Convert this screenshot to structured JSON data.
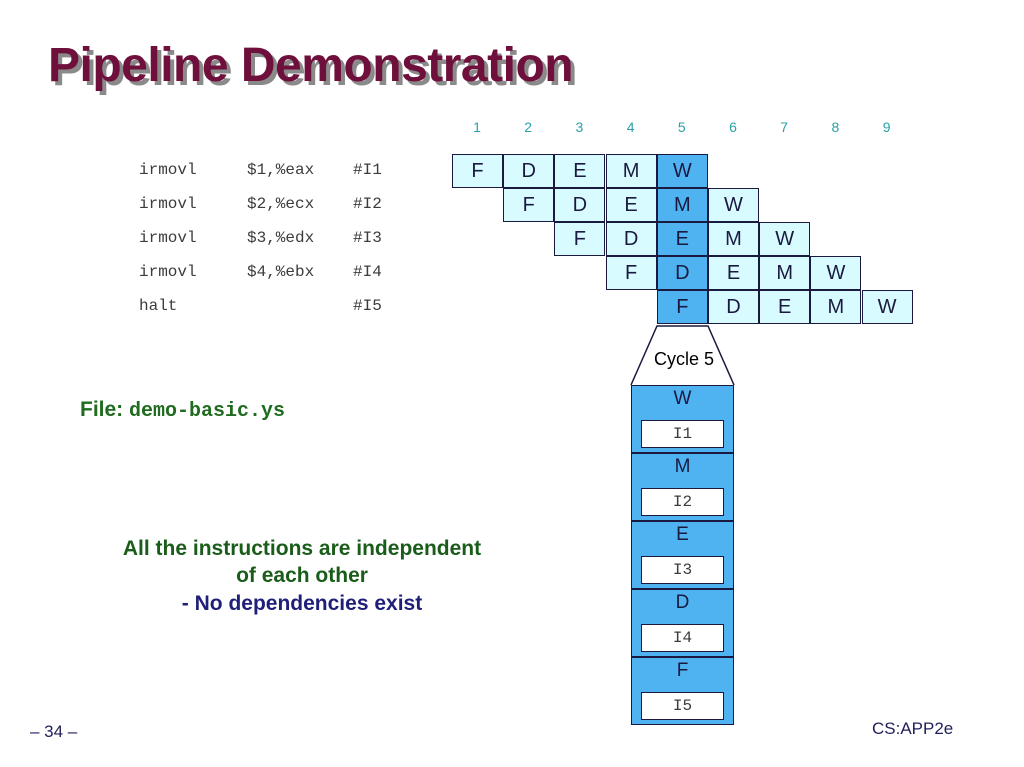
{
  "slide": {
    "title": "Pipeline Demonstration",
    "file_label": "File:",
    "file_name": "demo-basic.ys",
    "note_line1": "All the instructions are independent",
    "note_line2": "of each other",
    "note_line3": "- No dependencies exist",
    "page_number": "– 34 –",
    "course": "CS:APP2e"
  },
  "cycles": [
    "1",
    "2",
    "3",
    "4",
    "5",
    "6",
    "7",
    "8",
    "9"
  ],
  "instructions": [
    {
      "op": "irmovl",
      "args": "$1,%eax",
      "tag": "#I1",
      "start": 1,
      "stages": [
        "F",
        "D",
        "E",
        "M",
        "W"
      ]
    },
    {
      "op": "irmovl",
      "args": "$2,%ecx",
      "tag": "#I2",
      "start": 2,
      "stages": [
        "F",
        "D",
        "E",
        "M",
        "W"
      ]
    },
    {
      "op": "irmovl",
      "args": "$3,%edx",
      "tag": "#I3",
      "start": 3,
      "stages": [
        "F",
        "D",
        "E",
        "M",
        "W"
      ]
    },
    {
      "op": "irmovl",
      "args": "$4,%ebx",
      "tag": "#I4",
      "start": 4,
      "stages": [
        "F",
        "D",
        "E",
        "M",
        "W"
      ]
    },
    {
      "op": "halt",
      "args": "",
      "tag": "#I5",
      "start": 5,
      "stages": [
        "F",
        "D",
        "E",
        "M",
        "W"
      ]
    }
  ],
  "highlight_cycle": 5,
  "cycle_view": {
    "label": "Cycle 5",
    "stages": [
      {
        "name": "W",
        "instr": "I1"
      },
      {
        "name": "M",
        "instr": "I2"
      },
      {
        "name": "E",
        "instr": "I3"
      },
      {
        "name": "D",
        "instr": "I4"
      },
      {
        "name": "F",
        "instr": "I5"
      }
    ]
  },
  "colors": {
    "title": "#6e0f3c",
    "cell_fill": "#d8fbff",
    "highlight_fill": "#4fb3f2",
    "cycle_numbers": "#2aa0a8",
    "note_green": "#1a5c1a",
    "note_blue": "#1f1f7a"
  }
}
